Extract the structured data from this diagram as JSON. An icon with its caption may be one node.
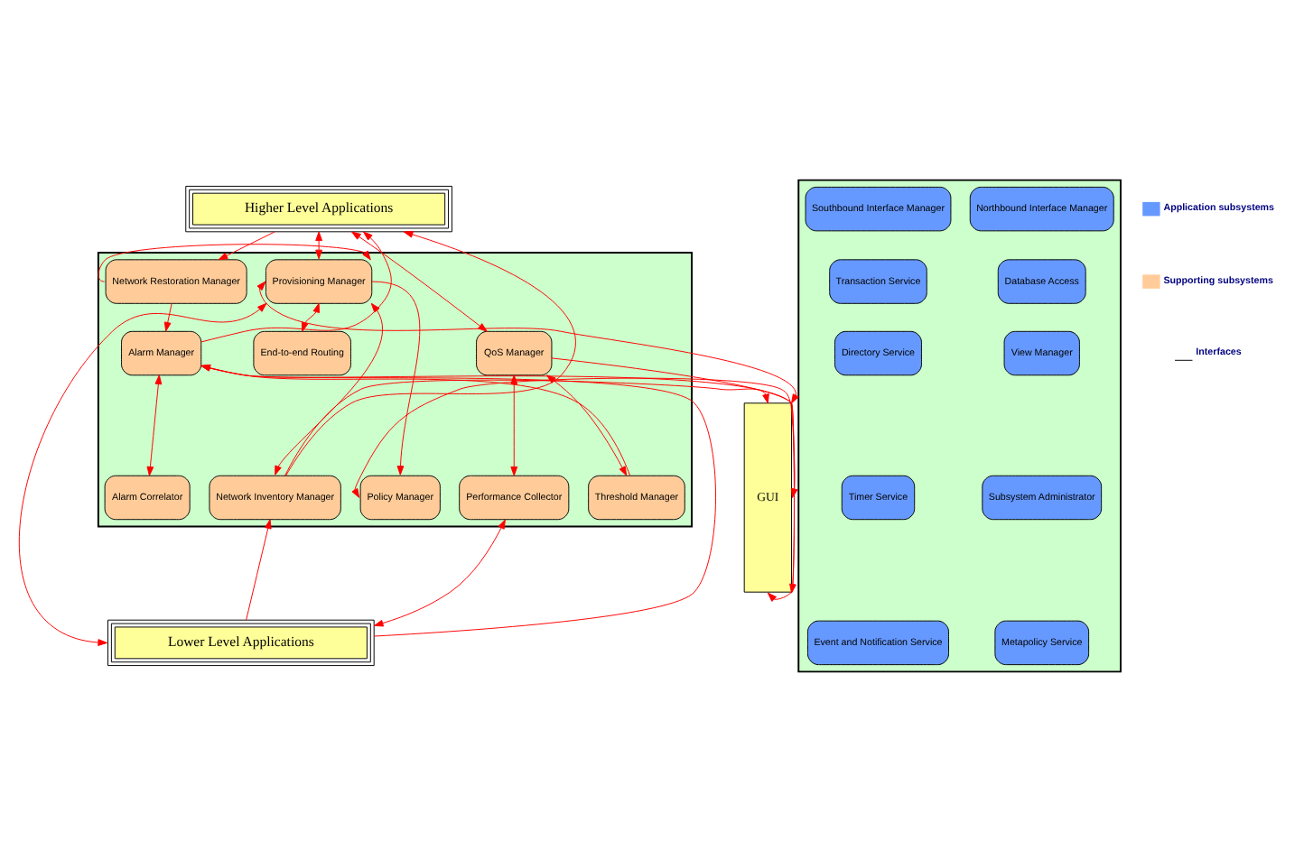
{
  "diagram": {
    "nodes": [
      {
        "text": [
          "Higher Level Applications"
        ]
      },
      {
        "text": [
          "GUI"
        ]
      },
      {
        "text": [],
        "shape": "box"
      },
      {
        "text": [
          "Provisioning Manager"
        ],
        "in": 2
      },
      {
        "text": [
          "Network Restoration Manager"
        ],
        "in": 2
      },
      {
        "text": [
          "End-to-end Routing"
        ],
        "in": 2
      },
      {
        "text": [
          "Alarm Manager"
        ],
        "in": 2
      },
      {
        "text": [
          "QoS Manager"
        ],
        "in": 2
      },
      {
        "text": [
          "Policy Manager"
        ],
        "in": 2
      },
      {
        "text": [
          "Alarm Correlator"
        ],
        "in": 2
      },
      {
        "text": [
          "Threshold Manager"
        ],
        "in": 2
      },
      {
        "text": [
          "Network Inventory Manager"
        ],
        "in": 2
      },
      {
        "text": [
          "Performance Collector"
        ],
        "in": 2
      },
      {
        "text": [],
        "shape": "box"
      },
      {
        "text": [
          "Northbound Interface Manager"
        ],
        "in": 13
      },
      {
        "text": [
          "Southbound Interface Manager"
        ],
        "in": 13
      },
      {
        "text": [
          "Database Access"
        ],
        "in": 13
      },
      {
        "text": [
          "Transaction Service"
        ],
        "in": 13
      },
      {
        "text": [
          "View Manager"
        ],
        "in": 13
      },
      {
        "text": [
          "Directory Service"
        ],
        "in": 13
      },
      {
        "text": [
          "Subsystem Administrator"
        ],
        "in": 13
      },
      {
        "text": [
          "Timer Service"
        ],
        "in": 13
      },
      {
        "text": [
          "Metapolicy Service"
        ],
        "in": 13
      },
      {
        "text": [
          "Event and Notification Service"
        ],
        "in": 13
      },
      {
        "text": [
          "Lower Level Applications"
        ]
      }
    ],
    "edges": [
      {
        "from": 0,
        "to": 3,
        "arrow": "both"
      },
      {
        "from": 11,
        "to": 0,
        "arrow": "to"
      },
      {
        "from": 0,
        "to": 4,
        "arrow": "to"
      },
      {
        "from": 6,
        "to": 0,
        "arrow": "to"
      },
      {
        "from": 0,
        "to": 7,
        "arrow": "both"
      },
      {
        "from": 1,
        "to": 3,
        "arrow": "both"
      },
      {
        "from": 4,
        "to": 3,
        "arrow": "to"
      },
      {
        "from": 3,
        "to": 5,
        "arrow": "both"
      },
      {
        "from": 3,
        "to": 8,
        "arrow": "to"
      },
      {
        "from": 3,
        "to": 11,
        "arrow": "both"
      },
      {
        "from": 3,
        "to": 24,
        "arrow": "both"
      },
      {
        "from": 4,
        "to": 6,
        "arrow": "to"
      },
      {
        "from": 1,
        "to": 8,
        "arrow": "both"
      },
      {
        "from": 6,
        "to": 9,
        "arrow": "both"
      },
      {
        "from": 10,
        "to": 6,
        "arrow": "to"
      },
      {
        "from": 24,
        "to": 6,
        "arrow": "to"
      },
      {
        "from": 6,
        "to": 1,
        "arrow": "to"
      },
      {
        "from": 7,
        "to": 1,
        "arrow": "to"
      },
      {
        "from": 7,
        "to": 10,
        "arrow": "both"
      },
      {
        "from": 7,
        "to": 12,
        "arrow": "both"
      },
      {
        "from": 11,
        "to": 1,
        "arrow": "to"
      },
      {
        "from": 24,
        "to": 11,
        "arrow": "to"
      },
      {
        "from": 12,
        "to": 24,
        "arrow": "both"
      }
    ],
    "legend": [
      {
        "text": "Application subsystems",
        "color": "#6699ff"
      },
      {
        "text": "Supporting subsystems",
        "color": "#ffcc99"
      },
      {
        "text": "Interfaces"
      }
    ]
  }
}
